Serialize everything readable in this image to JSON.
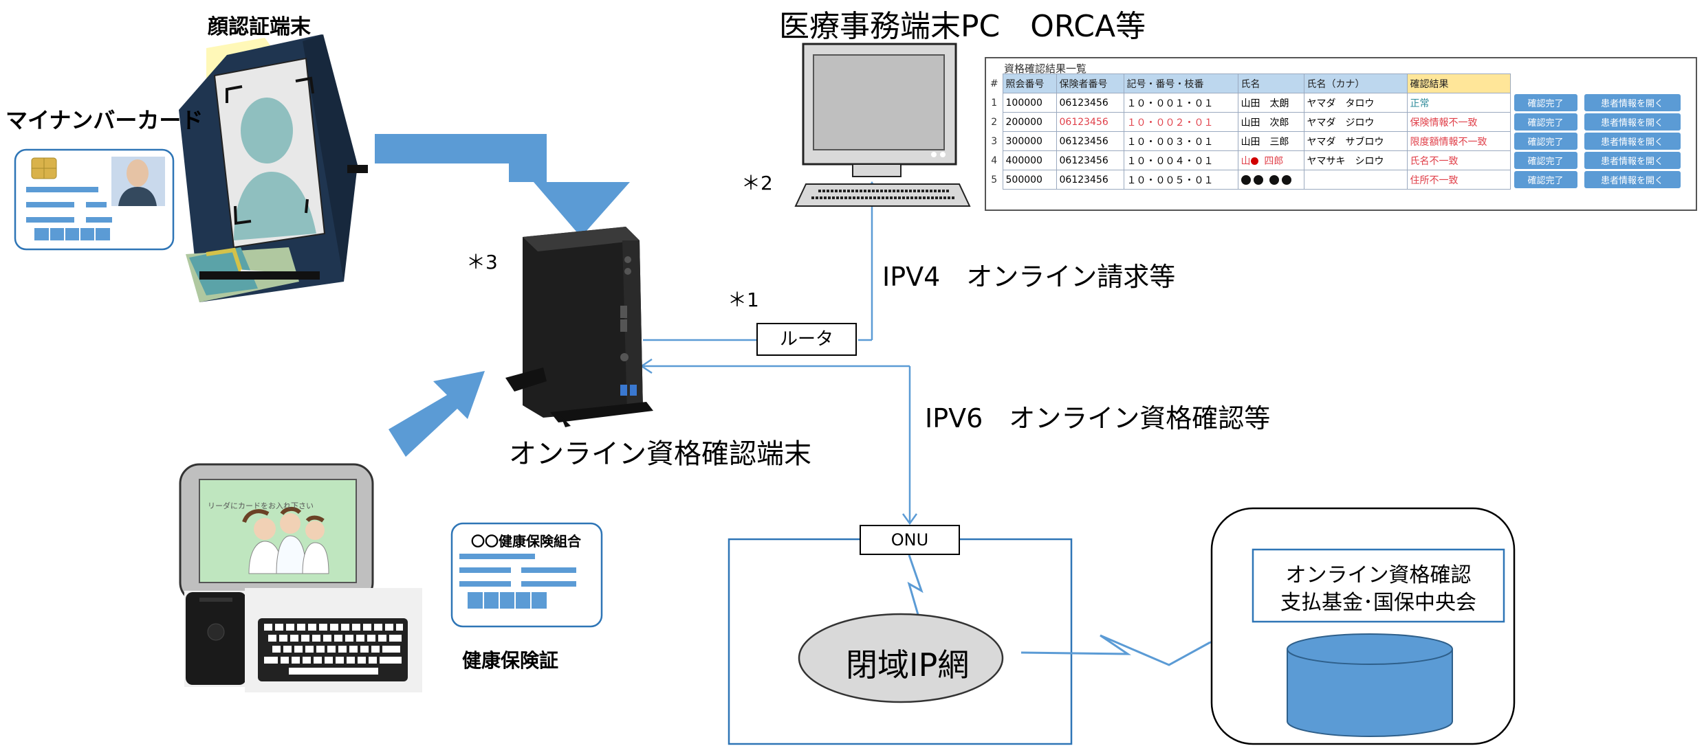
{
  "labels": {
    "face_terminal": "顔認証端末",
    "my_number_card": "マイナンバーカード",
    "medical_pc": "医療事務端末PC　ORCA等",
    "ipv4": "IPV4　オンライン請求等",
    "ipv6": "IPV6　オンライン資格確認等",
    "router": "ルータ",
    "onu": "ONU",
    "closed_net": "閉域IP網",
    "online_terminal": "オンライン資格確認端末",
    "insurance_union": "〇〇健康保険組合",
    "insurance_card": "健康保険証",
    "fund_line1": "オンライン資格確認",
    "fund_line2": "支払基金･国保中央会",
    "note1": "＊1",
    "note2": "＊2",
    "note3": "＊3",
    "reader_screen_text": "リーダにカードをお入れ下さい"
  },
  "colors": {
    "arrow_blue": "#5b9bd5",
    "line_blue": "#5b9bd5",
    "ellipse_gray": "#d9d9d9",
    "box_border": "#2e75b6"
  },
  "results_table": {
    "title": "資格確認結果一覧",
    "hash": "#",
    "headers": [
      "照会番号",
      "保険者番号",
      "記号・番号・枝番",
      "氏名",
      "氏名（カナ）",
      "確認結果"
    ],
    "rows": [
      {
        "n": "1",
        "id": "100000",
        "ins": "06123456",
        "code": "１０・００１・０１",
        "name": "山田　太朗",
        "kana": "ヤマダ　タロウ",
        "result": "正常",
        "b1": "確認完了",
        "b2": "患者情報を開く"
      },
      {
        "n": "2",
        "id": "200000",
        "ins": "06123456",
        "code": "１０・００２・０１",
        "name": "山田　次郎",
        "kana": "ヤマダ　ジロウ",
        "result": "保険情報不一致",
        "b1": "確認完了",
        "b2": "患者情報を開く"
      },
      {
        "n": "3",
        "id": "300000",
        "ins": "06123456",
        "code": "１０・００３・０１",
        "name": "山田　三郎",
        "kana": "ヤマダ　サブロウ",
        "result": "限度額情報不一致",
        "b1": "確認完了",
        "b2": "患者情報を開く"
      },
      {
        "n": "4",
        "id": "400000",
        "ins": "06123456",
        "code": "１０・００４・０１",
        "name_a": "山",
        "name_b": "四郎",
        "kana": "ヤマサキ　シロウ",
        "result": "氏名不一致",
        "b1": "確認完了",
        "b2": "患者情報を開く"
      },
      {
        "n": "5",
        "id": "500000",
        "ins": "06123456",
        "code": "１０・００５・０１",
        "kana": "",
        "result": "住所不一致",
        "b1": "確認完了",
        "b2": "患者情報を開く"
      }
    ]
  }
}
